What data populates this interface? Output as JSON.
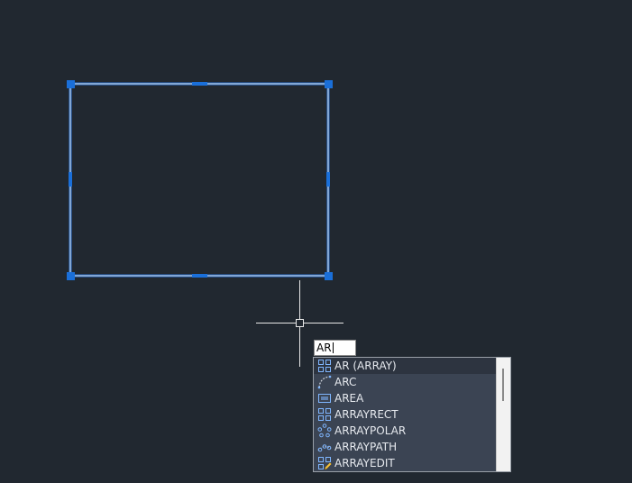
{
  "command_line": {
    "typed_text": "AR"
  },
  "autocomplete": {
    "items": [
      {
        "label": "AR (ARRAY)",
        "icon": "array-icon",
        "selected": true
      },
      {
        "label": "ARC",
        "icon": "arc-icon",
        "selected": false
      },
      {
        "label": "AREA",
        "icon": "area-icon",
        "selected": false
      },
      {
        "label": "ARRAYRECT",
        "icon": "array-rect-icon",
        "selected": false
      },
      {
        "label": "ARRAYPOLAR",
        "icon": "array-polar-icon",
        "selected": false
      },
      {
        "label": "ARRAYPATH",
        "icon": "array-path-icon",
        "selected": false
      },
      {
        "label": "ARRAYEDIT",
        "icon": "array-edit-icon",
        "selected": false
      }
    ]
  },
  "colors": {
    "background": "#212830",
    "selection_blue": "#1a6fd9",
    "highlight_line": "#6aa8f0",
    "crosshair": "#ffffff",
    "list_bg": "#3b4453",
    "list_text": "#e6e9ee"
  }
}
